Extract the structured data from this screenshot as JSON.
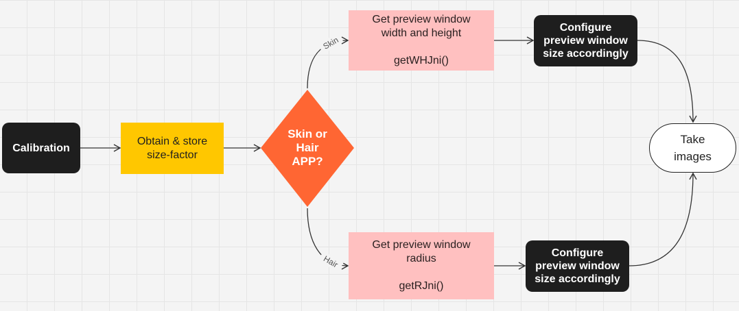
{
  "nodes": {
    "calibration": "Calibration",
    "obtain": "Obtain & store\nsize-factor",
    "decision": "Skin or\nHair\nAPP?",
    "skin_preview": "Get preview window\nwidth and height\n\ngetWHJni()",
    "skin_configure": "Configure\npreview window\nsize accordingly",
    "hair_preview": "Get preview window\nradius\n\ngetRJni()",
    "hair_configure": "Configure\npreview window\nsize accordingly",
    "take_images": "Take\nimages"
  },
  "edge_labels": {
    "skin": "Skin",
    "hair": "Hair"
  },
  "colors": {
    "dark": "#1e1e1e",
    "yellow": "#ffc700",
    "pink": "#ffc0c0",
    "decision": "#ff6633",
    "connector": "#333333"
  }
}
